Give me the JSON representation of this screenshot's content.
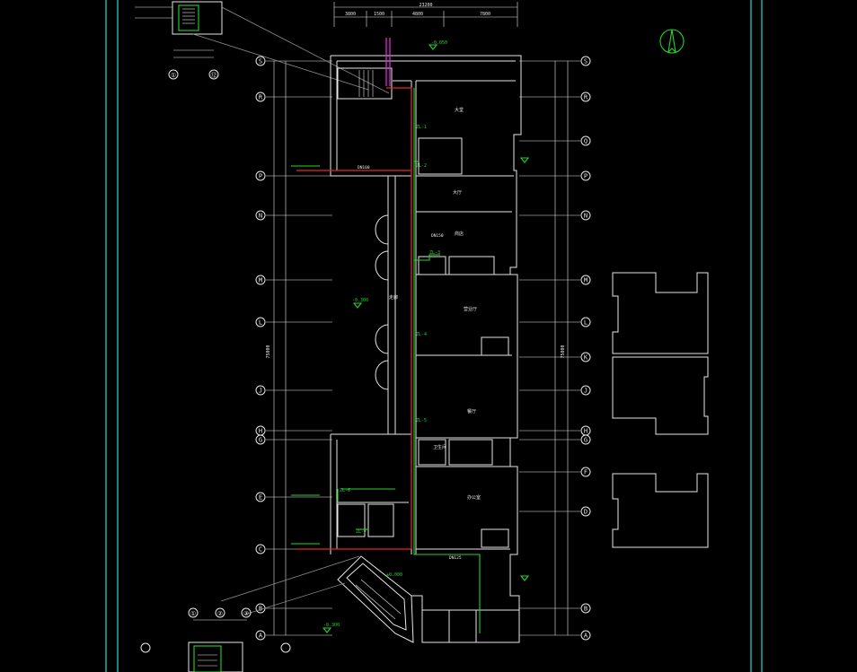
{
  "colors": {
    "background": "#000000",
    "walls": "#e6e6e6",
    "pipe_green": "#22d52a",
    "pipe_red": "#e2272b",
    "pipe_magenta": "#d52ad0",
    "frame_cyan": "#19e0e0"
  },
  "dimensions": {
    "top_total": "23200",
    "top_segments": [
      "3800",
      "1500",
      "4800",
      "7800"
    ],
    "left_overall": "75000",
    "right_overall": "75000"
  },
  "grid_axes": {
    "left": [
      "S",
      "R",
      "P",
      "N",
      "M",
      "L",
      "J",
      "H",
      "G",
      "E",
      "C",
      "B",
      "A"
    ],
    "right": [
      "S",
      "R",
      "Q",
      "P",
      "N",
      "M",
      "L",
      "K",
      "J",
      "H",
      "G",
      "F",
      "D",
      "B",
      "A"
    ],
    "detail_top": [
      "①",
      "⑫"
    ],
    "detail_bottom": [
      "①",
      "②",
      "③"
    ]
  },
  "pipe_labels": [
    "ZL-1",
    "ZL-2",
    "ZL-3",
    "ZL-4",
    "ZL-5",
    "ZL-6",
    "ZL-7"
  ],
  "room_labels": [
    "大堂",
    "大厅",
    "商店",
    "营业厅",
    "餐厅",
    "办公室",
    "卫生间",
    "走廊"
  ],
  "elevations": [
    "-0.300",
    "-0.050",
    "±0.000"
  ],
  "pipe_sizes": [
    "DN100",
    "DN150",
    "DN125"
  ]
}
